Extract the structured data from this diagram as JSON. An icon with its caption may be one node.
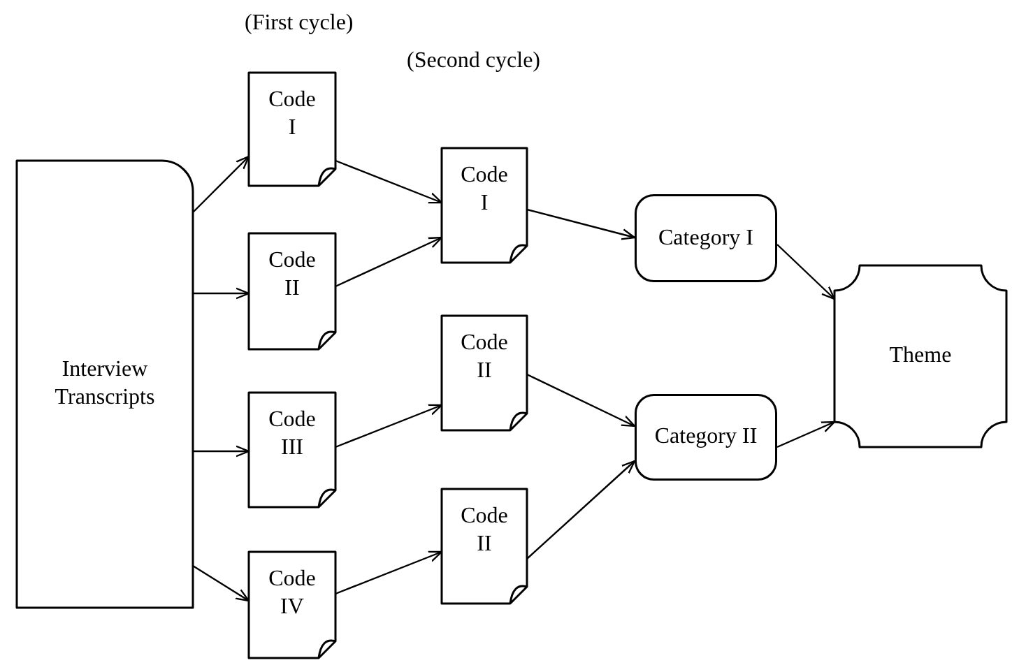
{
  "diagram": {
    "nodes": [
      {
        "text": [
          "Interview Transcripts"
        ]
      },
      {
        "text": [
          "Code I"
        ]
      },
      {
        "text": [
          "Code II"
        ]
      },
      {
        "text": [
          "Code III"
        ]
      },
      {
        "text": [
          "Code IV"
        ]
      },
      {
        "text": [
          "Code I"
        ]
      },
      {
        "text": [
          "Code II"
        ]
      },
      {
        "text": [
          "Code II"
        ]
      },
      {
        "text": [
          "Category I"
        ]
      },
      {
        "text": [
          "Category II"
        ]
      },
      {
        "text": [
          "Theme"
        ]
      }
    ],
    "edges": [
      {
        "from": 0,
        "to": 1,
        "arrow": "to"
      },
      {
        "from": 0,
        "to": 2,
        "arrow": "to"
      },
      {
        "from": 0,
        "to": 3,
        "arrow": "to"
      },
      {
        "from": 0,
        "to": 4,
        "arrow": "to"
      },
      {
        "from": 1,
        "to": 5,
        "arrow": "to"
      },
      {
        "from": 2,
        "to": 5,
        "arrow": "to"
      },
      {
        "from": 3,
        "to": 6,
        "arrow": "to"
      },
      {
        "from": 4,
        "to": 7,
        "arrow": "to"
      },
      {
        "from": 5,
        "to": 8,
        "arrow": "to"
      },
      {
        "from": 6,
        "to": 9,
        "arrow": "to"
      },
      {
        "from": 7,
        "to": 9,
        "arrow": "to"
      },
      {
        "from": 8,
        "to": 10,
        "arrow": "to"
      },
      {
        "from": 9,
        "to": 10,
        "arrow": "to"
      }
    ],
    "labels": [
      "(First cycle)",
      "(Second cycle)"
    ]
  }
}
